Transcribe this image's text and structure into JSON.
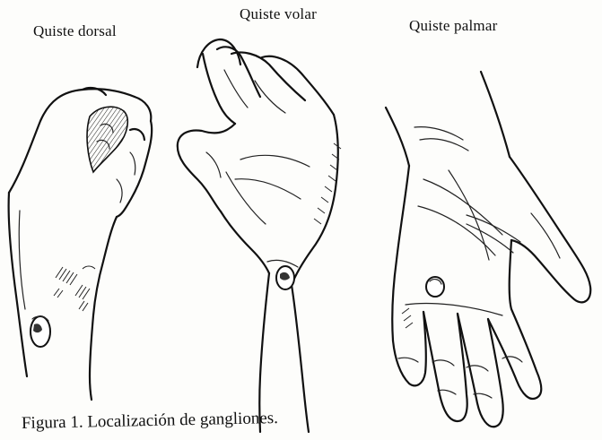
{
  "labels": {
    "dorsal": "Quiste dorsal",
    "volar": "Quiste volar",
    "palmar": "Quiste palmar"
  },
  "caption": "Figura 1. Localización de gangliones.",
  "colors": {
    "ink": "#111111",
    "paper": "#fdfdfb"
  }
}
